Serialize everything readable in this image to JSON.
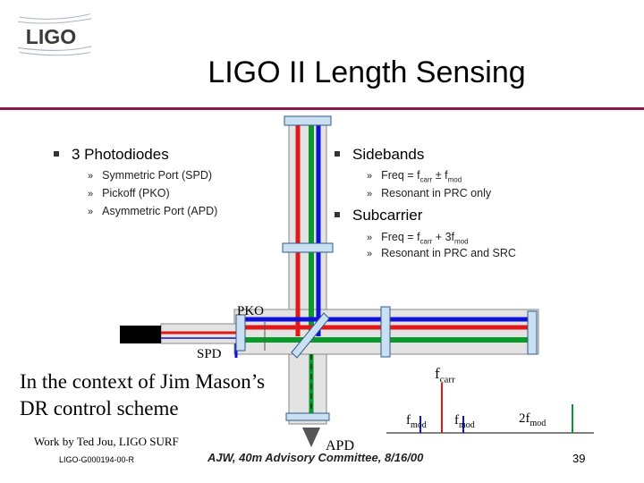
{
  "header": {
    "logo_text": "LIGO",
    "title": "LIGO II Length Sensing"
  },
  "left_column": {
    "heading": "3 Photodiodes",
    "items": [
      "Symmetric Port (SPD)",
      "Pickoff (PKO)",
      "Asymmetric Port (APD)"
    ]
  },
  "right_column": {
    "sidebands": {
      "heading": "Sidebands",
      "freq_prefix": "Freq = f",
      "freq_sub1": "carr",
      "freq_mid": " ± f",
      "freq_sub2": "mod",
      "resonant": "Resonant in PRC only"
    },
    "subcarrier": {
      "heading": "Subcarrier",
      "freq_prefix": "Freq = f",
      "freq_sub1": "carr",
      "freq_mid": " + 3f",
      "freq_sub2": "mod",
      "resonant": "Resonant in PRC and SRC"
    }
  },
  "diagram": {
    "pko_label": "PKO",
    "spd_label": "SPD",
    "apd_label": "APD",
    "colors": {
      "red": "#e01818",
      "green": "#0a9a2a",
      "blue": "#1010d8",
      "mirror_fill": "#c9dff2",
      "mirror_edge": "#355a8a"
    }
  },
  "spectrum": {
    "f_main": "f",
    "carr_sub": "carr",
    "mod_sub": "mod",
    "two": "2f",
    "colors": {
      "carrier": "#e01818",
      "sideband": "#1010d8",
      "subcarrier": "#0a9a2a"
    }
  },
  "context": "In the context of Jim Mason’s DR control scheme",
  "credit": "Work by Ted Jou, LIGO SURF",
  "doc_number": "LIGO-G000194-00-R",
  "footer": "AJW, 40m Advisory Committee, 8/16/00",
  "page_number": "39"
}
